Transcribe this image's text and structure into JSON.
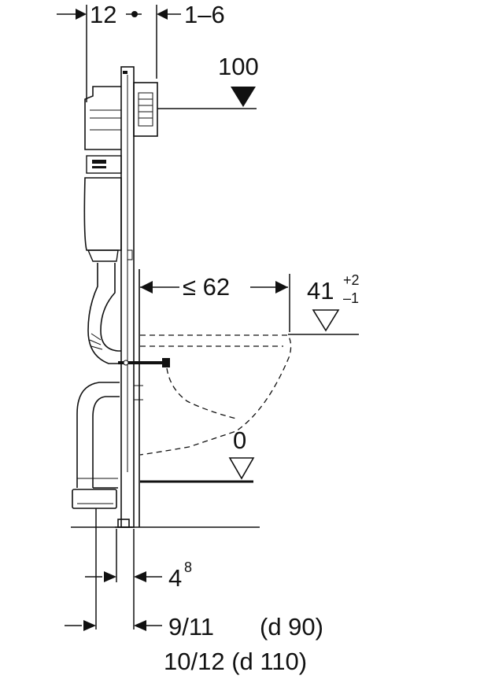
{
  "dimensions": {
    "top_left": "12",
    "top_right": "1–6",
    "top_level": "100",
    "reach": "≤ 62",
    "bowl_height": "41",
    "bowl_height_tol_plus": "+2",
    "bowl_height_tol_minus": "–1",
    "floor_level": "0",
    "wall_gap_base": "4",
    "wall_gap_exp": "8",
    "pipe_d90": "9/11",
    "pipe_d90_label": "(d 90)",
    "pipe_d110": "10/12 (d 110)"
  }
}
